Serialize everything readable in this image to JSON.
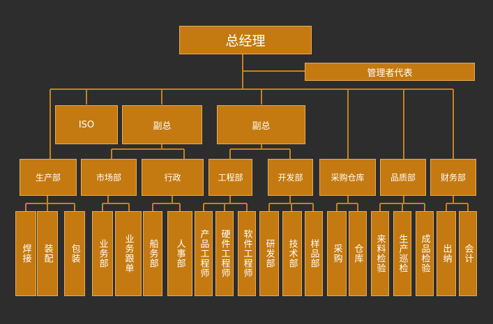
{
  "colors": {
    "background": "#2d2d2d",
    "box_fill": "#c47a11",
    "box_border": "#e7ad5a",
    "connector": "#c9821a",
    "text": "#ffffff"
  },
  "nodes": {
    "ceo": "总经理",
    "mgmt_rep": "管理者代表",
    "iso": "ISO",
    "vp1": "副总",
    "vp2": "副总",
    "production": "生产部",
    "marketing": "市场部",
    "admin": "行政",
    "engineering": "工程部",
    "development": "开发部",
    "purchasing": "采购仓库",
    "quality": "品质部",
    "finance": "财务部",
    "welding": "焊接",
    "assembly": "装配",
    "packaging": "包装",
    "sales": "业务部",
    "merch": "业务跟单",
    "shipping": "船务部",
    "hr": "人事部",
    "product_eng": "产品工程师",
    "hardware_eng": "硬件工程师",
    "software_eng": "软件工程师",
    "rnd": "研发部",
    "tech": "技术部",
    "sample": "样品部",
    "procure": "采购",
    "warehouse": "仓库",
    "incoming_qc": "来料检验",
    "line_qc": "生产巡检",
    "final_qc": "成品检验",
    "cashier": "出纳",
    "accounting": "会计"
  }
}
